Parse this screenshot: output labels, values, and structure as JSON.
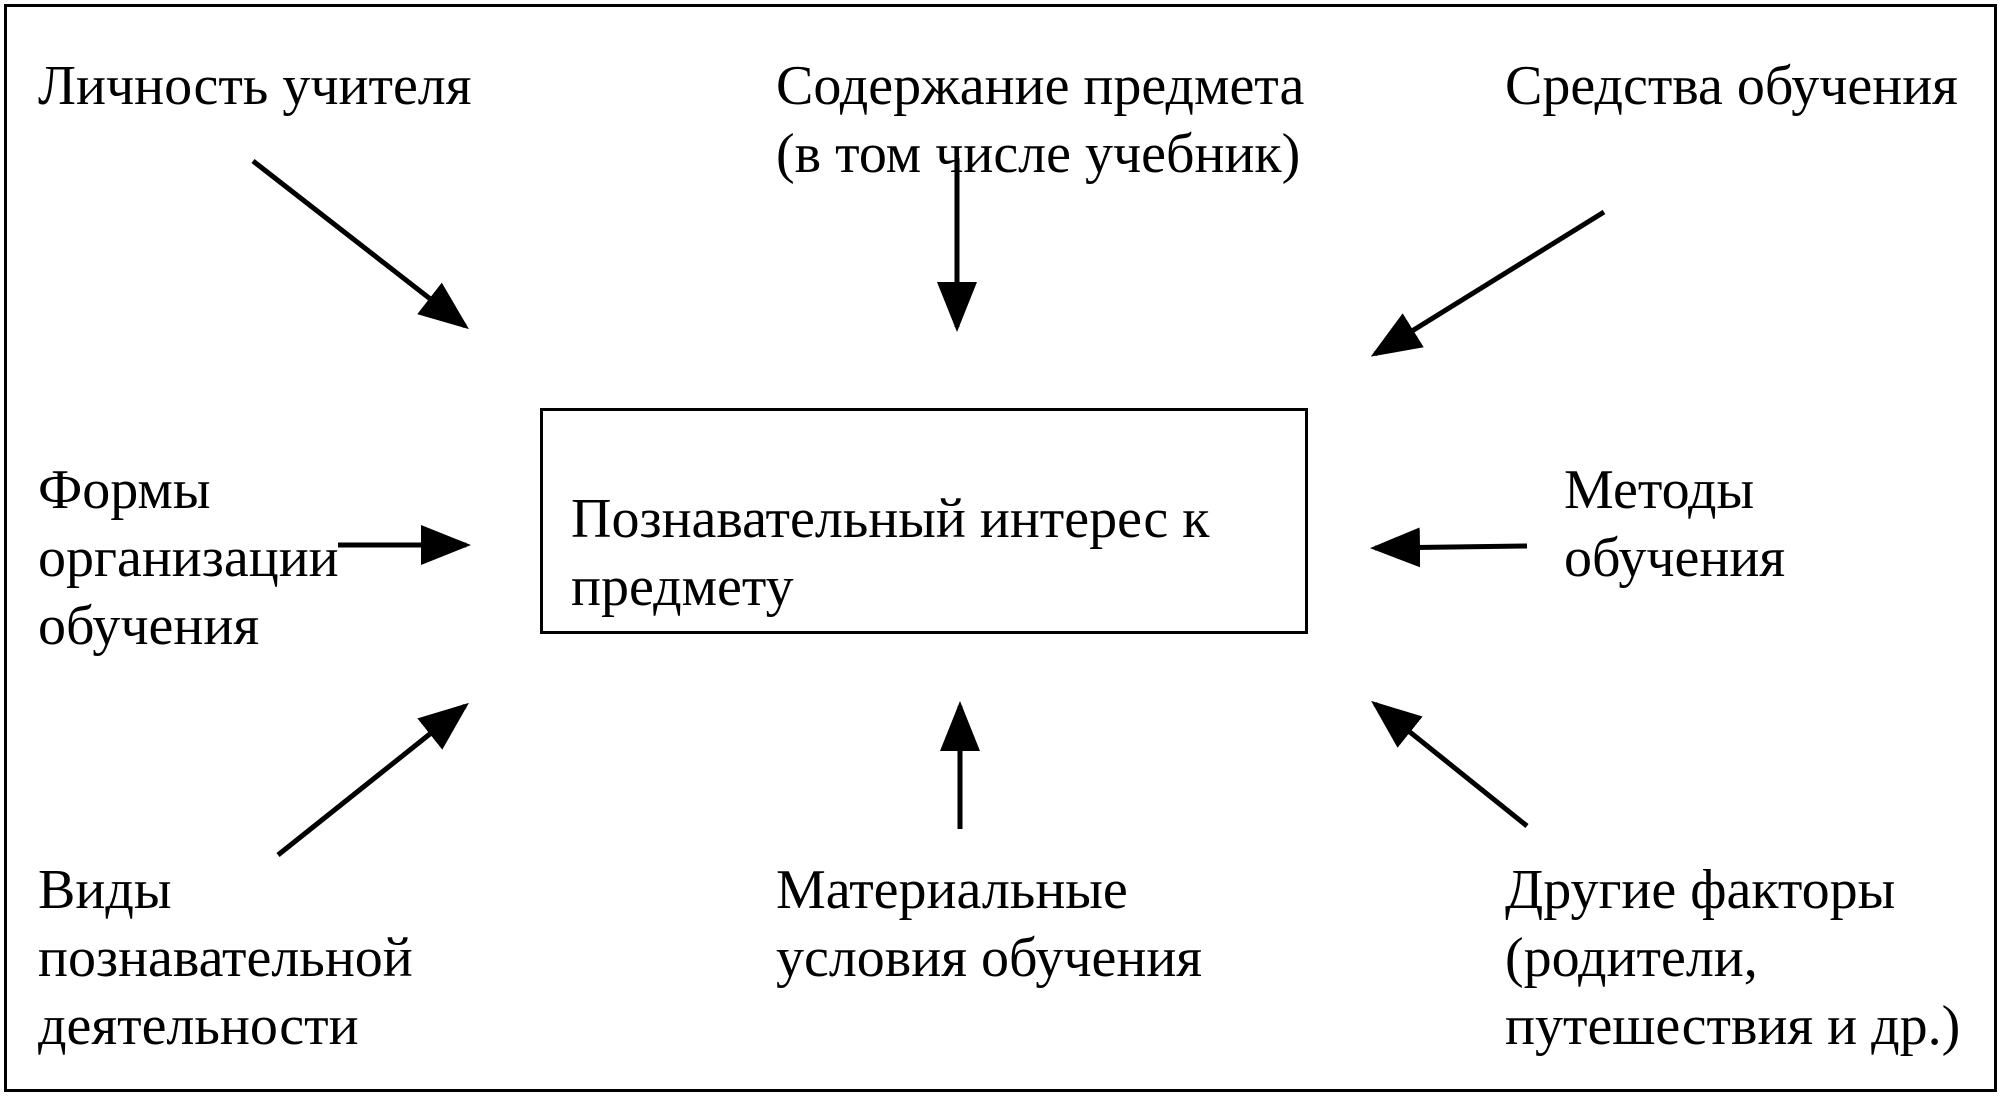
{
  "center": {
    "text": "Познавательный интерес к\nпредмету"
  },
  "factors": {
    "teacher_personality": "Личность учителя",
    "subject_content": "Содержание предмета\n(в том числе учебник)",
    "teaching_tools": "Средства обучения",
    "organization_forms": "Формы\nорганизации\nобучения",
    "teaching_methods": "Методы\nобучения",
    "activity_types": "Виды\nпознавательной\nдеятельности",
    "material_conditions": "Материальные\nусловия обучения",
    "other_factors": "Другие факторы\n(родители,\nпутешествия и др.)"
  }
}
